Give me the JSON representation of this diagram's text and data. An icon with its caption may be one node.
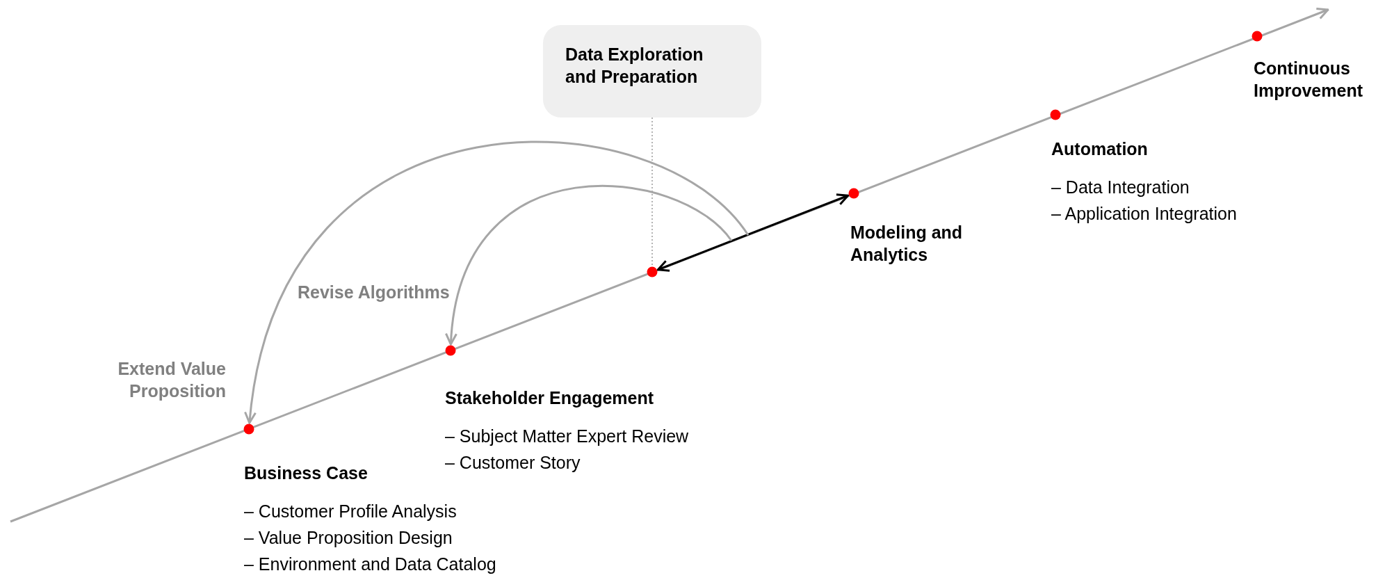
{
  "diagram": {
    "nodes": [
      {
        "text": [
          "Data Exploration and Preparation"
        ]
      },
      {
        "text": [],
        "shape": "circle",
        "beside": [
          "Business Case",
          "– Customer Profile Analysis",
          "– Value Proposition Design",
          "– Environment and Data Catalog"
        ]
      },
      {
        "text": [],
        "shape": "circle",
        "beside": [
          "Stakeholder Engagement",
          "– Subject Matter Expert Review",
          "– Customer Story"
        ]
      },
      {
        "text": [],
        "shape": "circle"
      },
      {
        "text": [],
        "shape": "circle",
        "beside": [
          "Modeling and Analytics"
        ]
      },
      {
        "text": [],
        "shape": "circle",
        "beside": [
          "Automation",
          "– Data Integration",
          "– Application Integration"
        ]
      },
      {
        "text": [],
        "shape": "circle",
        "beside": [
          "Continuous Improvement"
        ]
      }
    ],
    "edges": [
      {
        "from": 0,
        "to": 3,
        "arrow": "none",
        "style": "dashed"
      },
      {
        "from": 3,
        "to": 4,
        "arrow": "both",
        "color": "#000000"
      },
      {
        "from": null,
        "to": 2,
        "arrow": "to",
        "label": "Revise Algorithms"
      },
      {
        "from": null,
        "to": 1,
        "arrow": "to",
        "label": "Extend Value Proposition"
      }
    ]
  }
}
